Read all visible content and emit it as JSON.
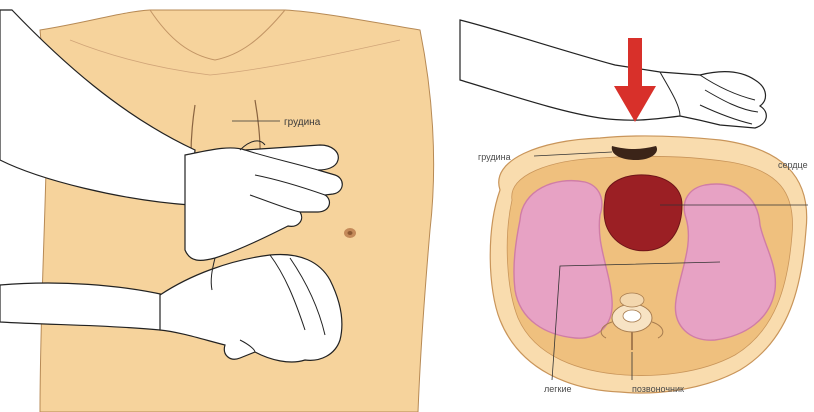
{
  "panels": {
    "left": {
      "labels": {
        "sternum": "грудина"
      }
    },
    "right": {
      "labels": {
        "sternum": "грудина",
        "heart": "сердце",
        "lungs": "легкие",
        "spine": "позвоночник"
      }
    }
  },
  "colors": {
    "skin": "#f6d39c",
    "skin_light": "#fae3b8",
    "body_outer": "#f9dcae",
    "body_ring": "#efc07e",
    "lung": "#e7a2c4",
    "lung_edge": "#d07da6",
    "heart": "#9b1f24",
    "arrow": "#d8302a",
    "sternum_bone": "#3b2418",
    "line": "#222222"
  },
  "icons": {
    "arrow": "down-arrow-icon"
  }
}
